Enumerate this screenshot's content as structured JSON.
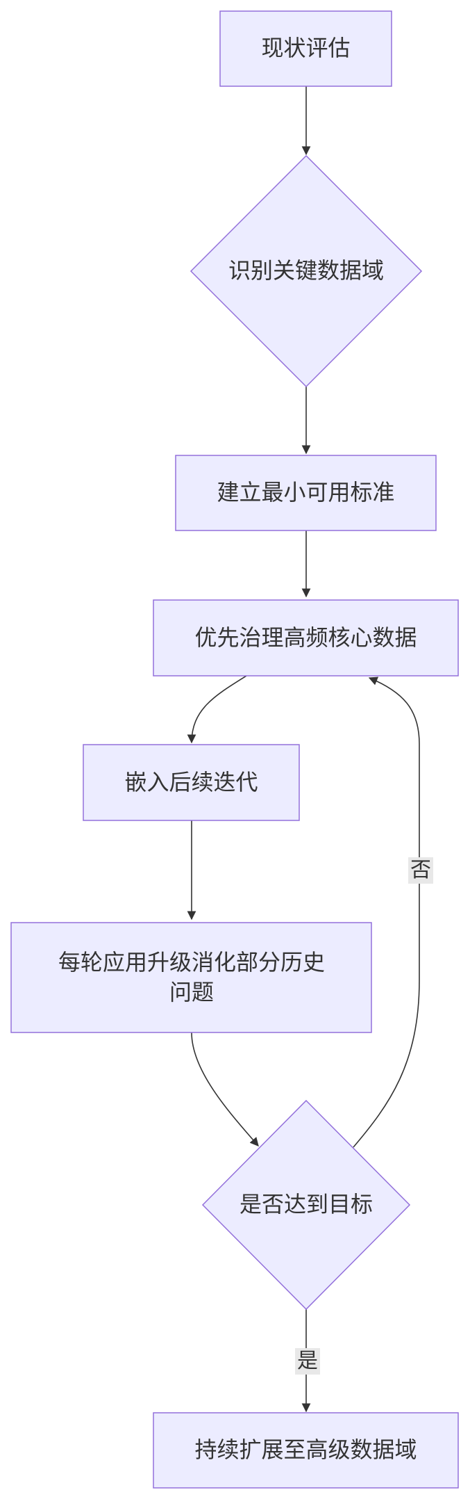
{
  "nodes": {
    "n1": "现状评估",
    "n2": "识别关键数据域",
    "n3": "建立最小可用标准",
    "n4": "优先治理高频核心数据",
    "n5": "嵌入后续迭代",
    "n6": "每轮应用升级消化部分历史问题",
    "n7": "是否达到目标",
    "n8": "持续扩展至高级数据域"
  },
  "edges": {
    "no_label": "否",
    "yes_label": "是"
  },
  "colors": {
    "node_fill": "#ECECFF",
    "node_stroke": "#9370DB",
    "edge": "#333333",
    "edge_label_bg": "#E8E8E8"
  }
}
